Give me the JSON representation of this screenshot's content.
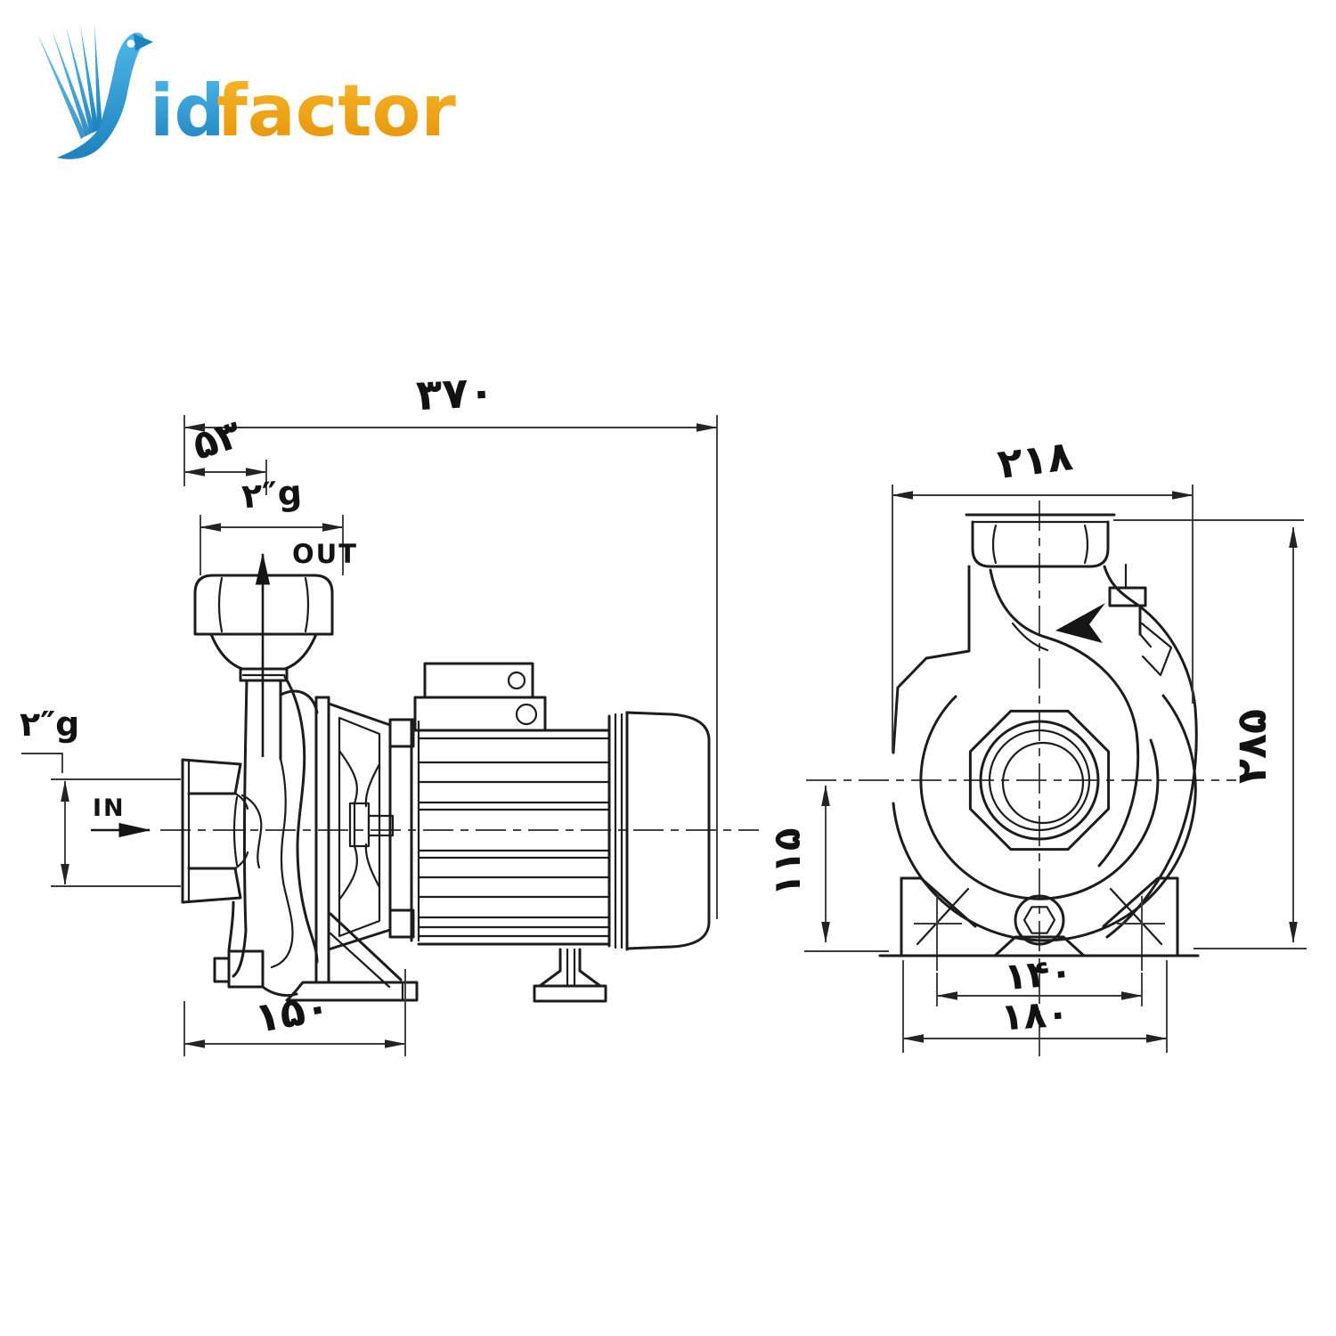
{
  "logo": {
    "id_text": "id",
    "factor_text": "factor",
    "brand_blue": "#2b9cd8",
    "brand_orange": "#f2a21a"
  },
  "side_view": {
    "dim_overall_length": "۳۷۰",
    "dim_outlet_offset": "۵۳",
    "outlet_thread_label": "۲″g",
    "outlet_flow_label": "OUT",
    "inlet_thread_label": "۲″g",
    "inlet_flow_label": "IN",
    "dim_foot_length": "۱۵۰"
  },
  "front_view": {
    "dim_overall_width": "۲۱۸",
    "dim_overall_height": "۲۸۵",
    "dim_axis_height": "۱۱۵",
    "dim_foot_bolt_spacing": "۱۴۰",
    "dim_base_width": "۱۸۰"
  }
}
